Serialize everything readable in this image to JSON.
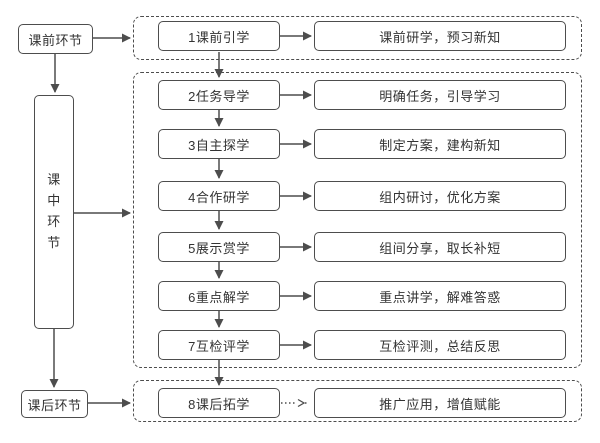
{
  "diagram": {
    "stages": {
      "pre": "课前环节",
      "mid": "课中环节",
      "post": "课后环节"
    },
    "rows": [
      {
        "step": "1课前引学",
        "desc": "课前研学，预习新知"
      },
      {
        "step": "2任务导学",
        "desc": "明确任务，引导学习"
      },
      {
        "step": "3自主探学",
        "desc": "制定方案，建构新知"
      },
      {
        "step": "4合作研学",
        "desc": "组内研讨，优化方案"
      },
      {
        "step": "5展示赏学",
        "desc": "组间分享，取长补短"
      },
      {
        "step": "6重点解学",
        "desc": "重点讲学，解难答惑"
      },
      {
        "step": "7互检评学",
        "desc": "互检评测，总结反思"
      },
      {
        "step": "8课后拓学",
        "desc": "推广应用，增值赋能"
      }
    ],
    "colors": {
      "stroke": "#4d4d4d",
      "text": "#333333",
      "background": "#ffffff"
    }
  }
}
